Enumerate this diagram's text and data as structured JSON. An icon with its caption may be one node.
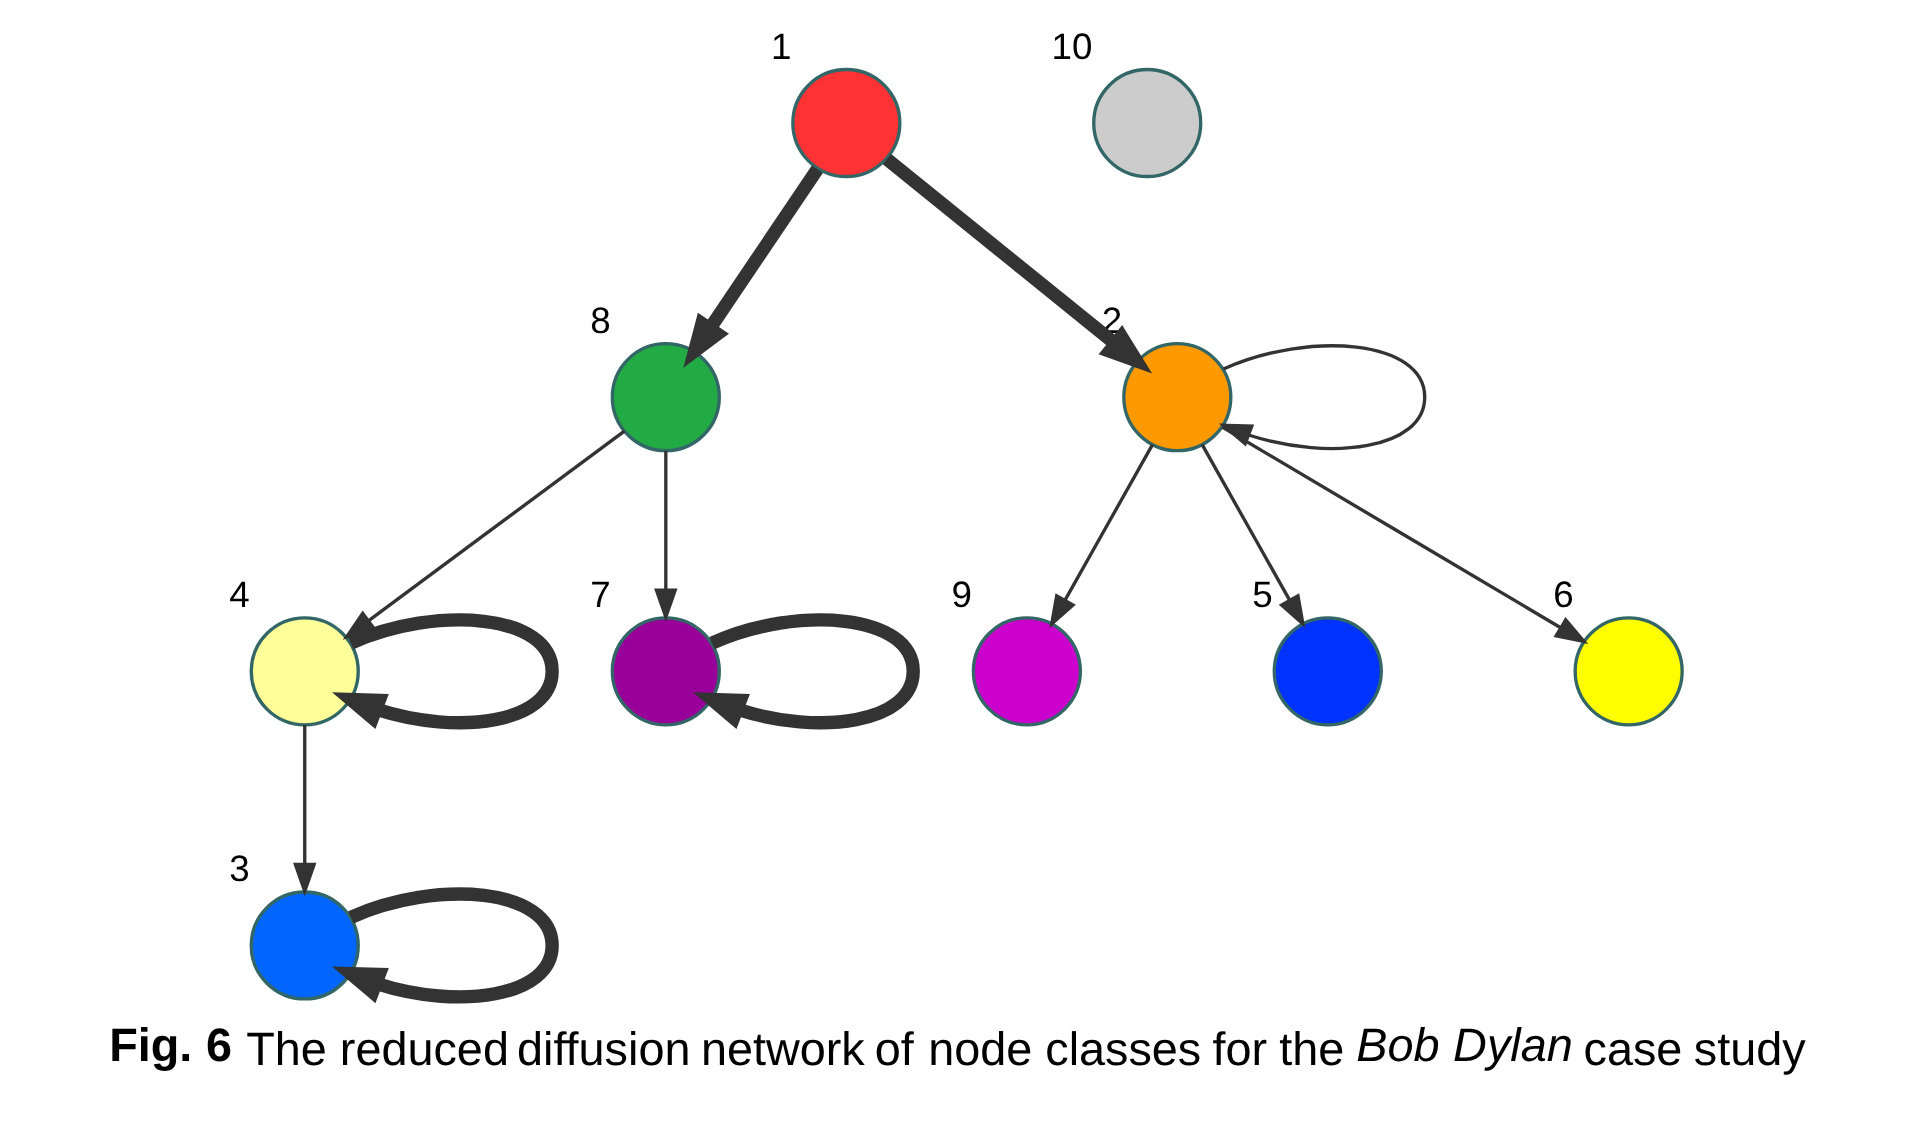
{
  "diagram": {
    "caption": "**Fig. 6** The reduced diffusion network of node classes for the *Bob Dylan* case study",
    "nodes": [
      {
        "text": [],
        "shape": "circle",
        "beside": [
          "3"
        ]
      },
      {
        "text": [],
        "shape": "circle",
        "beside": [
          "4"
        ]
      },
      {
        "text": [],
        "shape": "circle",
        "beside": [
          "7"
        ]
      },
      {
        "text": [],
        "shape": "circle",
        "beside": [
          "10"
        ]
      },
      {
        "text": [],
        "shape": "circle",
        "beside": [
          "8"
        ]
      },
      {
        "text": [],
        "shape": "circle",
        "beside": [
          "1"
        ]
      },
      {
        "text": [],
        "shape": "circle",
        "beside": [
          "2"
        ]
      },
      {
        "text": [],
        "shape": "circle",
        "beside": [
          "9"
        ]
      },
      {
        "text": [],
        "shape": "circle",
        "beside": [
          "5"
        ]
      },
      {
        "text": [],
        "shape": "circle",
        "beside": [
          "6"
        ]
      }
    ],
    "edges": [
      {
        "from": 5,
        "to": 4,
        "arrow": "to",
        "style": "thick"
      },
      {
        "from": 5,
        "to": 6,
        "arrow": "to",
        "style": "thick"
      },
      {
        "from": 4,
        "to": 2,
        "arrow": "to"
      },
      {
        "from": 4,
        "to": 1,
        "arrow": "to"
      },
      {
        "from": 1,
        "to": 0,
        "arrow": "to"
      },
      {
        "from": 0,
        "to": 0,
        "arrow": "to",
        "style": "thick"
      },
      {
        "from": 1,
        "to": 1,
        "arrow": "to",
        "style": "thick"
      },
      {
        "from": 2,
        "to": 2,
        "arrow": "to",
        "style": "thick"
      },
      {
        "from": 6,
        "to": 6,
        "arrow": "to"
      },
      {
        "from": 6,
        "to": 7,
        "arrow": "to"
      },
      {
        "from": 6,
        "to": 9,
        "arrow": "to"
      },
      {
        "from": 6,
        "to": 8,
        "arrow": "to"
      }
    ]
  }
}
